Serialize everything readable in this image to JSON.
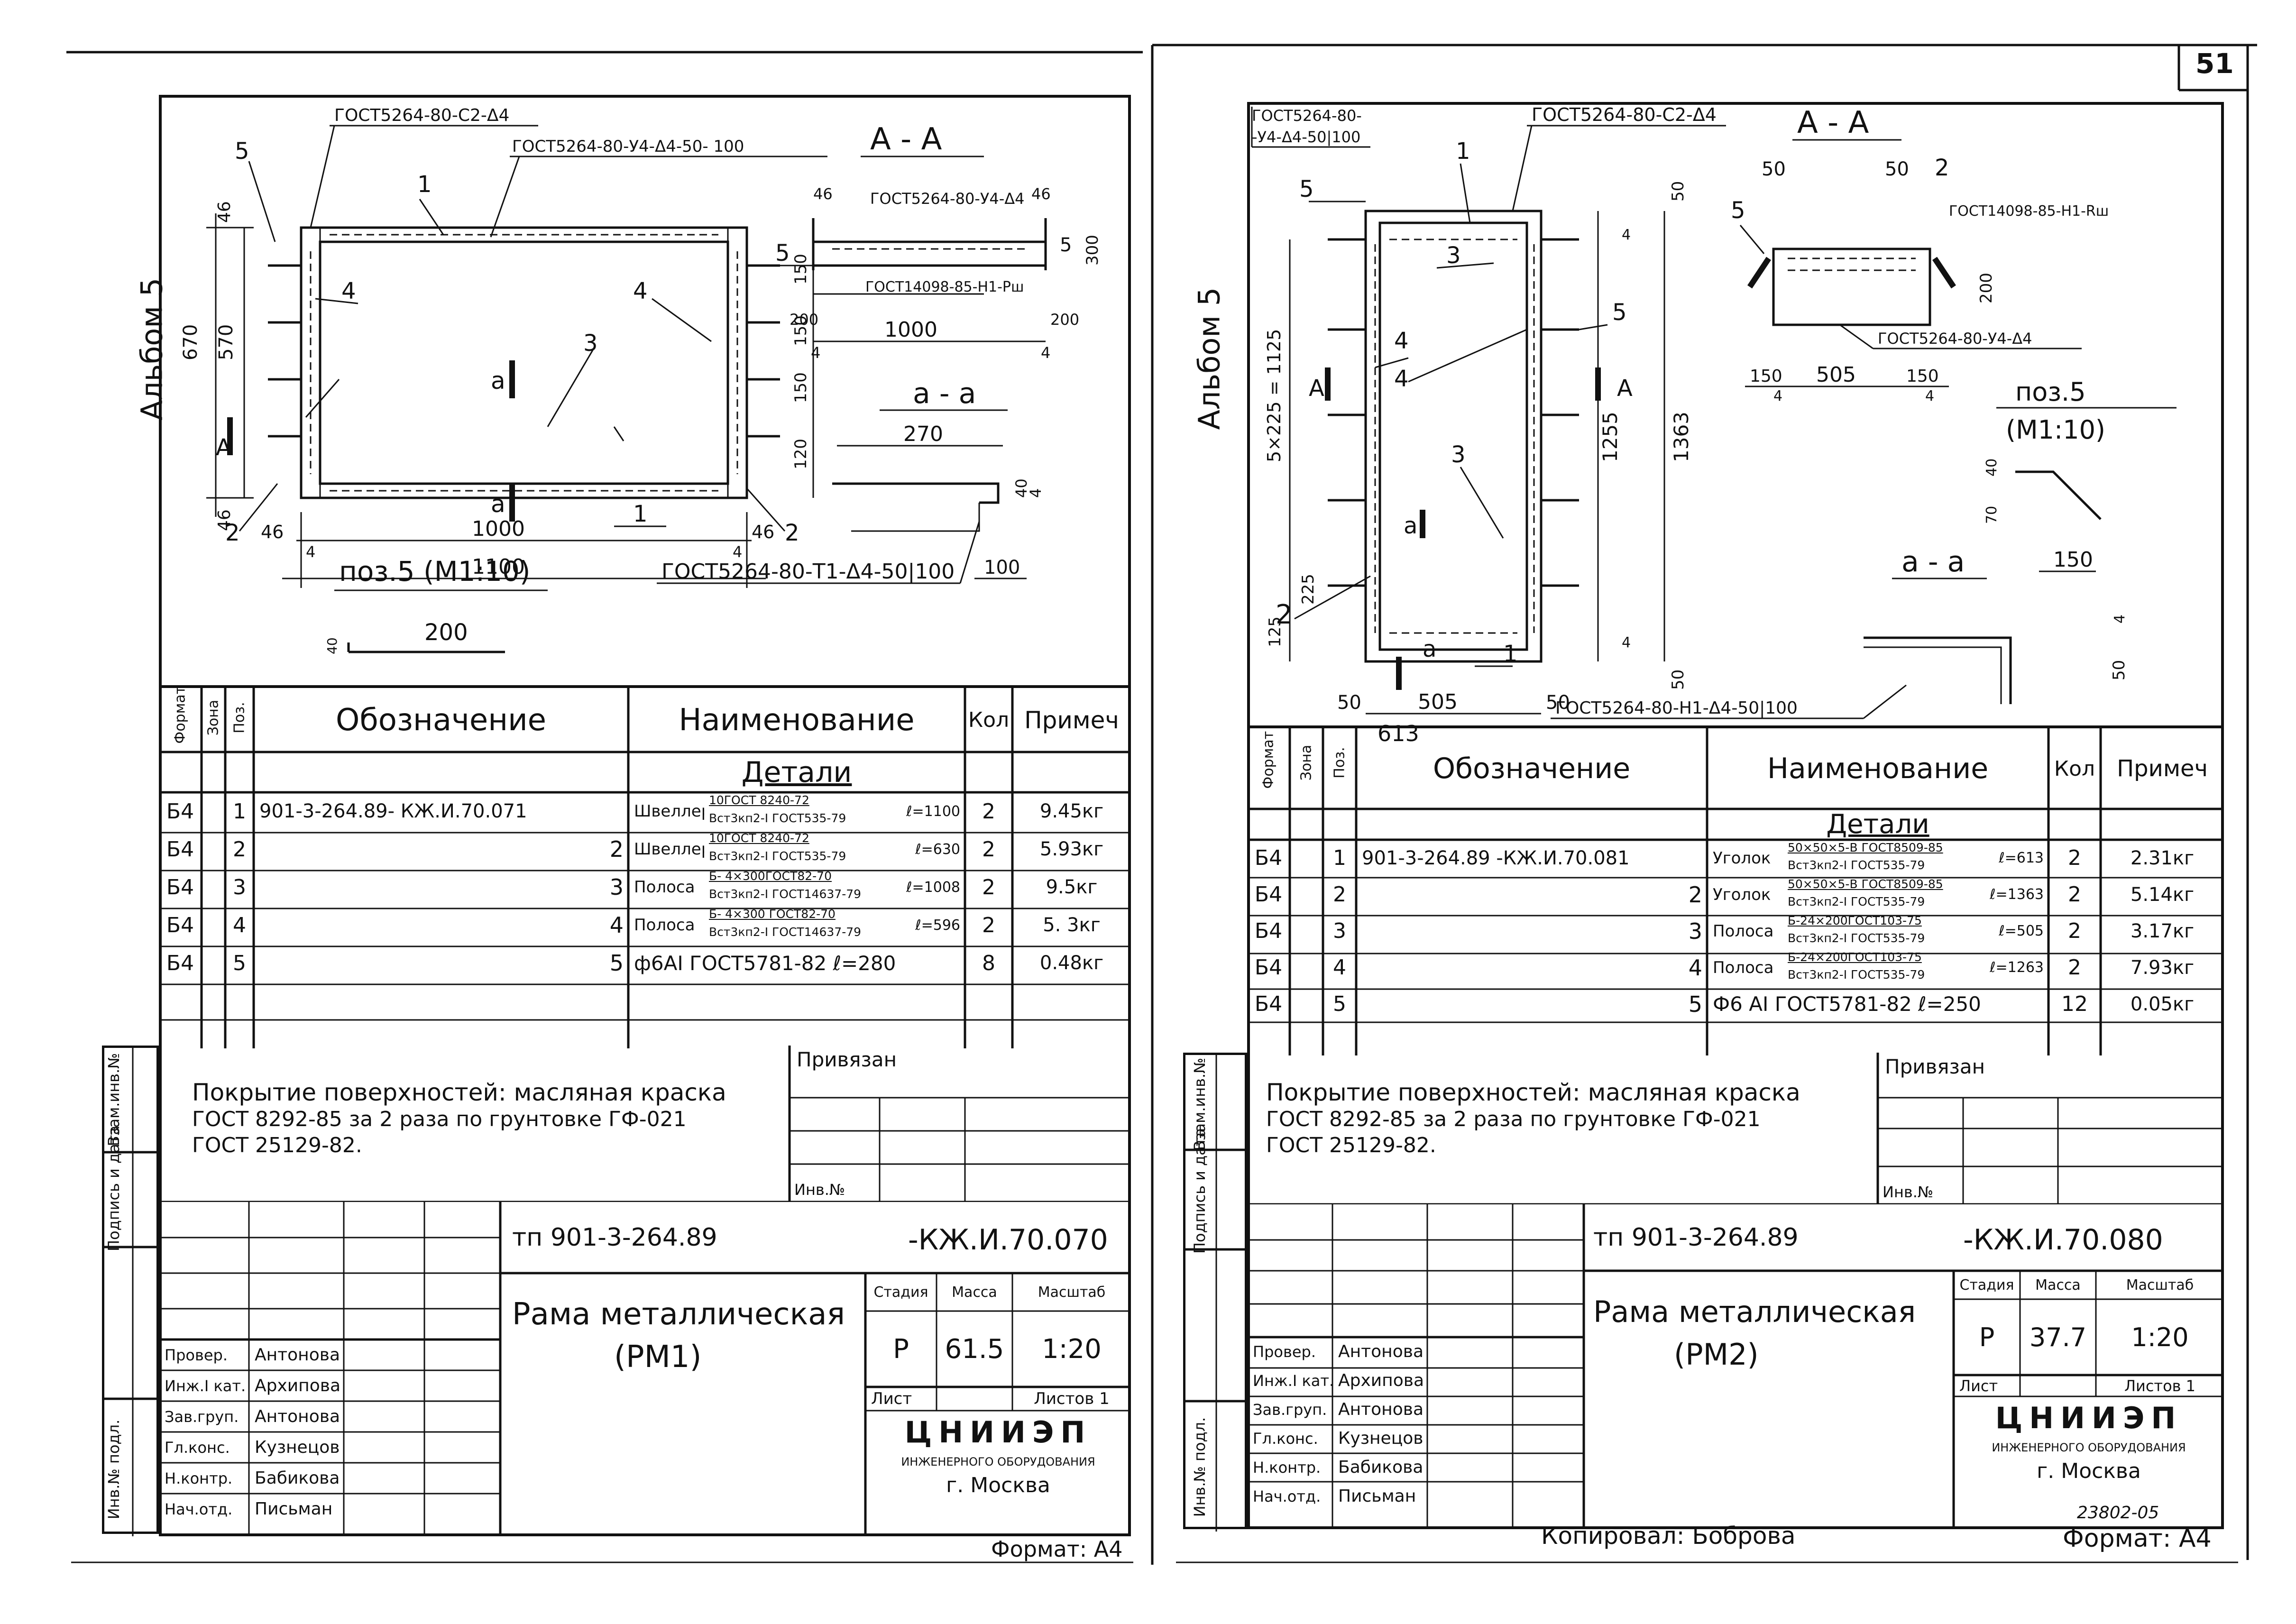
{
  "page_number": "51",
  "album_label": "Альбом 5",
  "copied_by": "Копировал: Боброва",
  "archive_number": "23802-05",
  "headers": {
    "format": "Формат",
    "zone": "Зона",
    "pos": "Поз.",
    "designation": "Обозначение",
    "name": "Наименование",
    "qty": "Кол",
    "note": "Примеч"
  },
  "section_details": "Детали",
  "coating_note_lines": [
    "Покрытие поверхностей: масляная краска",
    "ГОСТ 8292-85 за 2 раза по грунтовке ГФ-021",
    "ГОСТ 25129-82."
  ],
  "coating_note_lines_right": [
    "Покрытие поверхностей: масляная краска",
    "ГОСТ 8292-85 за 2 раза по грунтовке ГФ-021",
    "ГОСТ 25129-82."
  ],
  "binding_label": "Привязан",
  "inv_label": "Инв.№",
  "side_stamps": [
    "Инв.№ подл.",
    "Подпись и дата",
    "Взам.инв.№"
  ],
  "stamp_headers": {
    "stage": "Стадия",
    "mass": "Масса",
    "scale": "Масштаб",
    "sheet": "Лист",
    "sheets": "Листов 1"
  },
  "org_lines": [
    "ЦНИИЭП",
    "ИНЖЕНЕРНОГО ОБОРУДОВАНИЯ",
    "г. Москва"
  ],
  "roles": [
    {
      "role": "Провер.",
      "name": "Антонова"
    },
    {
      "role": "Инж.I кат.",
      "name": "Архипова"
    },
    {
      "role": "Зав.груп.",
      "name": "Антонова"
    },
    {
      "role": "Гл.конс.",
      "name": "Кузнецов"
    },
    {
      "role": "Н.контр.",
      "name": "Бабикова"
    },
    {
      "role": "Нач.отд.",
      "name": "Письман"
    }
  ],
  "left": {
    "project_code": "тп 901-3-264.89",
    "doc_code": "-КЖ.И.70.070",
    "title_line1": "Рама металлическая",
    "title_line2": "(РМ1)",
    "stage": "Р",
    "mass": "61.5",
    "scale": "1:20",
    "format_label": "Формат: А4",
    "rows": [
      {
        "fmt": "Б4",
        "zone": "",
        "pos": "1",
        "designation": "901-3-264.89- КЖ.И.70.071",
        "name_main": "Швеллер",
        "name_top": "10ГОСТ 8240-72",
        "name_bot": "Вст3кп2-I ГОСТ535-79",
        "name_len": "ℓ=1100",
        "qty": "2",
        "note": "9.45кг"
      },
      {
        "fmt": "Б4",
        "zone": "",
        "pos": "2",
        "designation": "2",
        "name_main": "Швеллер",
        "name_top": "10ГОСТ 8240-72",
        "name_bot": "Вст3кп2-I ГОСТ535-79",
        "name_len": "ℓ=630",
        "qty": "2",
        "note": "5.93кг"
      },
      {
        "fmt": "Б4",
        "zone": "",
        "pos": "3",
        "designation": "3",
        "name_main": "Полоса",
        "name_top": "Б- 4×300ГОСТ82-70",
        "name_bot": "Вст3кп2-I ГОСТ14637-79",
        "name_len": "ℓ=1008",
        "qty": "2",
        "note": "9.5кг"
      },
      {
        "fmt": "Б4",
        "zone": "",
        "pos": "4",
        "designation": "4",
        "name_main": "Полоса",
        "name_top": "Б- 4×300 ГОСТ82-70",
        "name_bot": "Вст3кп2-I ГОСТ14637-79",
        "name_len": "ℓ=596",
        "qty": "2",
        "note": "5. 3кг"
      },
      {
        "fmt": "Б4",
        "zone": "",
        "pos": "5",
        "designation": "5",
        "name_main": "ф6АI ГОСТ5781-82 ℓ=280",
        "name_top": "",
        "name_bot": "",
        "name_len": "",
        "qty": "8",
        "note": "0.48кг"
      }
    ],
    "drawing": {
      "gost_top1": "ГОСТ5264-80-С2-Δ4",
      "gost_top2": "ГОСТ5264-80-У4-Δ4-50-100",
      "section_aa": "А - А",
      "gost_aa": "ГОСТ5264-80-У4-Δ4",
      "gost_aa2": "ГОСТ14098-85-Н1-Рш",
      "section_a_a": "а - а",
      "gost_bottom": "ГОСТ5264-80-Т1-Δ4-50|100",
      "pos5": "поз.5 (М1:10)",
      "dims": [
        "670",
        "570",
        "1000",
        "1100",
        "46",
        "46",
        "46",
        "46",
        "4",
        "4",
        "150",
        "150",
        "150",
        "120",
        "300",
        "200",
        "200",
        "1000",
        "270",
        "40",
        "4",
        "100",
        "200",
        "40"
      ],
      "labels": [
        "1",
        "2",
        "2",
        "3",
        "4",
        "4",
        "5",
        "5",
        "1",
        "a",
        "a",
        "A",
        "A"
      ]
    }
  },
  "right": {
    "project_code": "тп 901-3-264.89",
    "doc_code": "-КЖ.И.70.080",
    "title_line1": "Рама металлическая",
    "title_line2": "(РМ2)",
    "stage": "Р",
    "mass": "37.7",
    "scale": "1:20",
    "format_label": "Формат: А4",
    "rows": [
      {
        "fmt": "Б4",
        "zone": "",
        "pos": "1",
        "designation": "901-3-264.89 -КЖ.И.70.081",
        "name_main": "Уголок",
        "name_top": "50×50×5-В ГОСТ8509-85",
        "name_bot": "Вст3кп2-I ГОСТ535-79",
        "name_len": "ℓ=613",
        "qty": "2",
        "note": "2.31кг"
      },
      {
        "fmt": "Б4",
        "zone": "",
        "pos": "2",
        "designation": "2",
        "name_main": "Уголок",
        "name_top": "50×50×5-В ГОСТ8509-85",
        "name_bot": "Вст3кп2-I ГОСТ535-79",
        "name_len": "ℓ=1363",
        "qty": "2",
        "note": "5.14кг"
      },
      {
        "fmt": "Б4",
        "zone": "",
        "pos": "3",
        "designation": "3",
        "name_main": "Полоса",
        "name_top": "Б-24×200ГОСТ103-75",
        "name_bot": "Вст3кп2-I ГОСТ535-79",
        "name_len": "ℓ=505",
        "qty": "2",
        "note": "3.17кг"
      },
      {
        "fmt": "Б4",
        "zone": "",
        "pos": "4",
        "designation": "4",
        "name_main": "Полоса",
        "name_top": "Б-24×200ГОСТ103-75",
        "name_bot": "Вст3кп2-I ГОСТ535-79",
        "name_len": "ℓ=1263",
        "qty": "2",
        "note": "7.93кг"
      },
      {
        "fmt": "Б4",
        "zone": "",
        "pos": "5",
        "designation": "5",
        "name_main": "Ф6 АI ГОСТ5781-82 ℓ=250",
        "name_top": "",
        "name_bot": "",
        "name_len": "",
        "qty": "12",
        "note": "0.05кг"
      }
    ],
    "drawing": {
      "gost_top1": "ГОСТ5264-80-",
      "gost_top1b": "-У4-Δ4-50|100",
      "gost_top2": "ГОСТ5264-80-С2-Δ4",
      "section_aa": "А - А",
      "gost_aa": "ГОСТ14098-85-Н1-Рш",
      "gost_aa2": "ГОСТ5264-80-У4-Δ4",
      "pos5": "поз.5",
      "pos5b": "(М1:10)",
      "section_a_a": "а - а",
      "gost_bottom": "ГОСТ5264-80-Н1-Δ4-50|100",
      "dim_side": "5×225 = 1125",
      "dims": [
        "50",
        "50",
        "505",
        "613",
        "1255",
        "1363",
        "125",
        "225",
        "4",
        "4",
        "50",
        "50",
        "150",
        "505",
        "150",
        "200",
        "70",
        "40",
        "150",
        "50",
        "4",
        "50",
        "50"
      ],
      "labels": [
        "1",
        "1",
        "2",
        "2",
        "3",
        "3",
        "4",
        "4",
        "5",
        "5",
        "5",
        "a",
        "a",
        "A",
        "A"
      ]
    }
  }
}
